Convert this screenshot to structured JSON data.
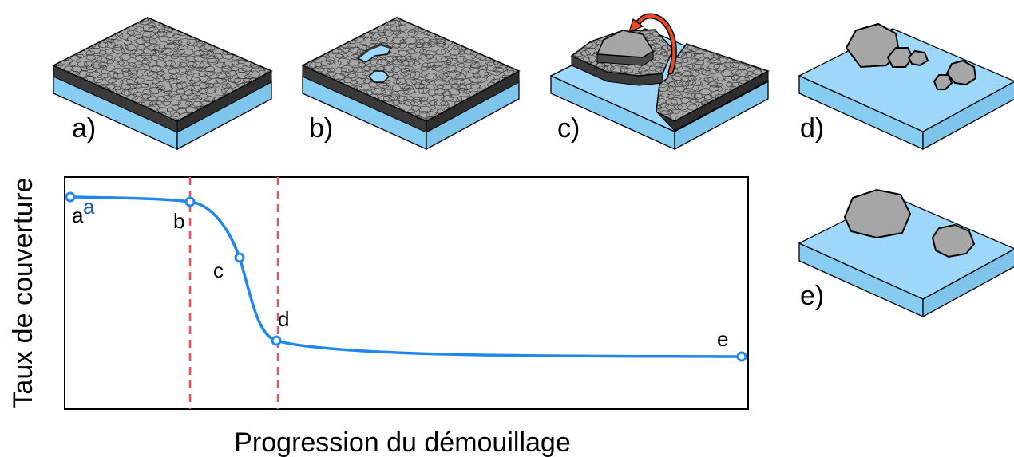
{
  "panels": [
    {
      "id": "a",
      "label": "a)"
    },
    {
      "id": "b",
      "label": "b)"
    },
    {
      "id": "c",
      "label": "c)"
    },
    {
      "id": "d",
      "label": "d)"
    },
    {
      "id": "e",
      "label": "e)"
    }
  ],
  "graph": {
    "xlabel": "Progression du démouillage",
    "ylabel": "Taux de couverture",
    "points": [
      {
        "id": "a",
        "label": "a"
      },
      {
        "id": "b",
        "label": "b"
      },
      {
        "id": "c",
        "label": "c"
      },
      {
        "id": "d",
        "label": "d"
      },
      {
        "id": "e",
        "label": "e"
      }
    ],
    "stray_label": "a"
  },
  "colors": {
    "substrate_top": "#9dd8fb",
    "substrate_side": "#87cdf2",
    "film": "#a6a6a6",
    "curve": "#1f87ee",
    "dashed": "#ef4f5d",
    "arrow": "#ea4a25"
  }
}
